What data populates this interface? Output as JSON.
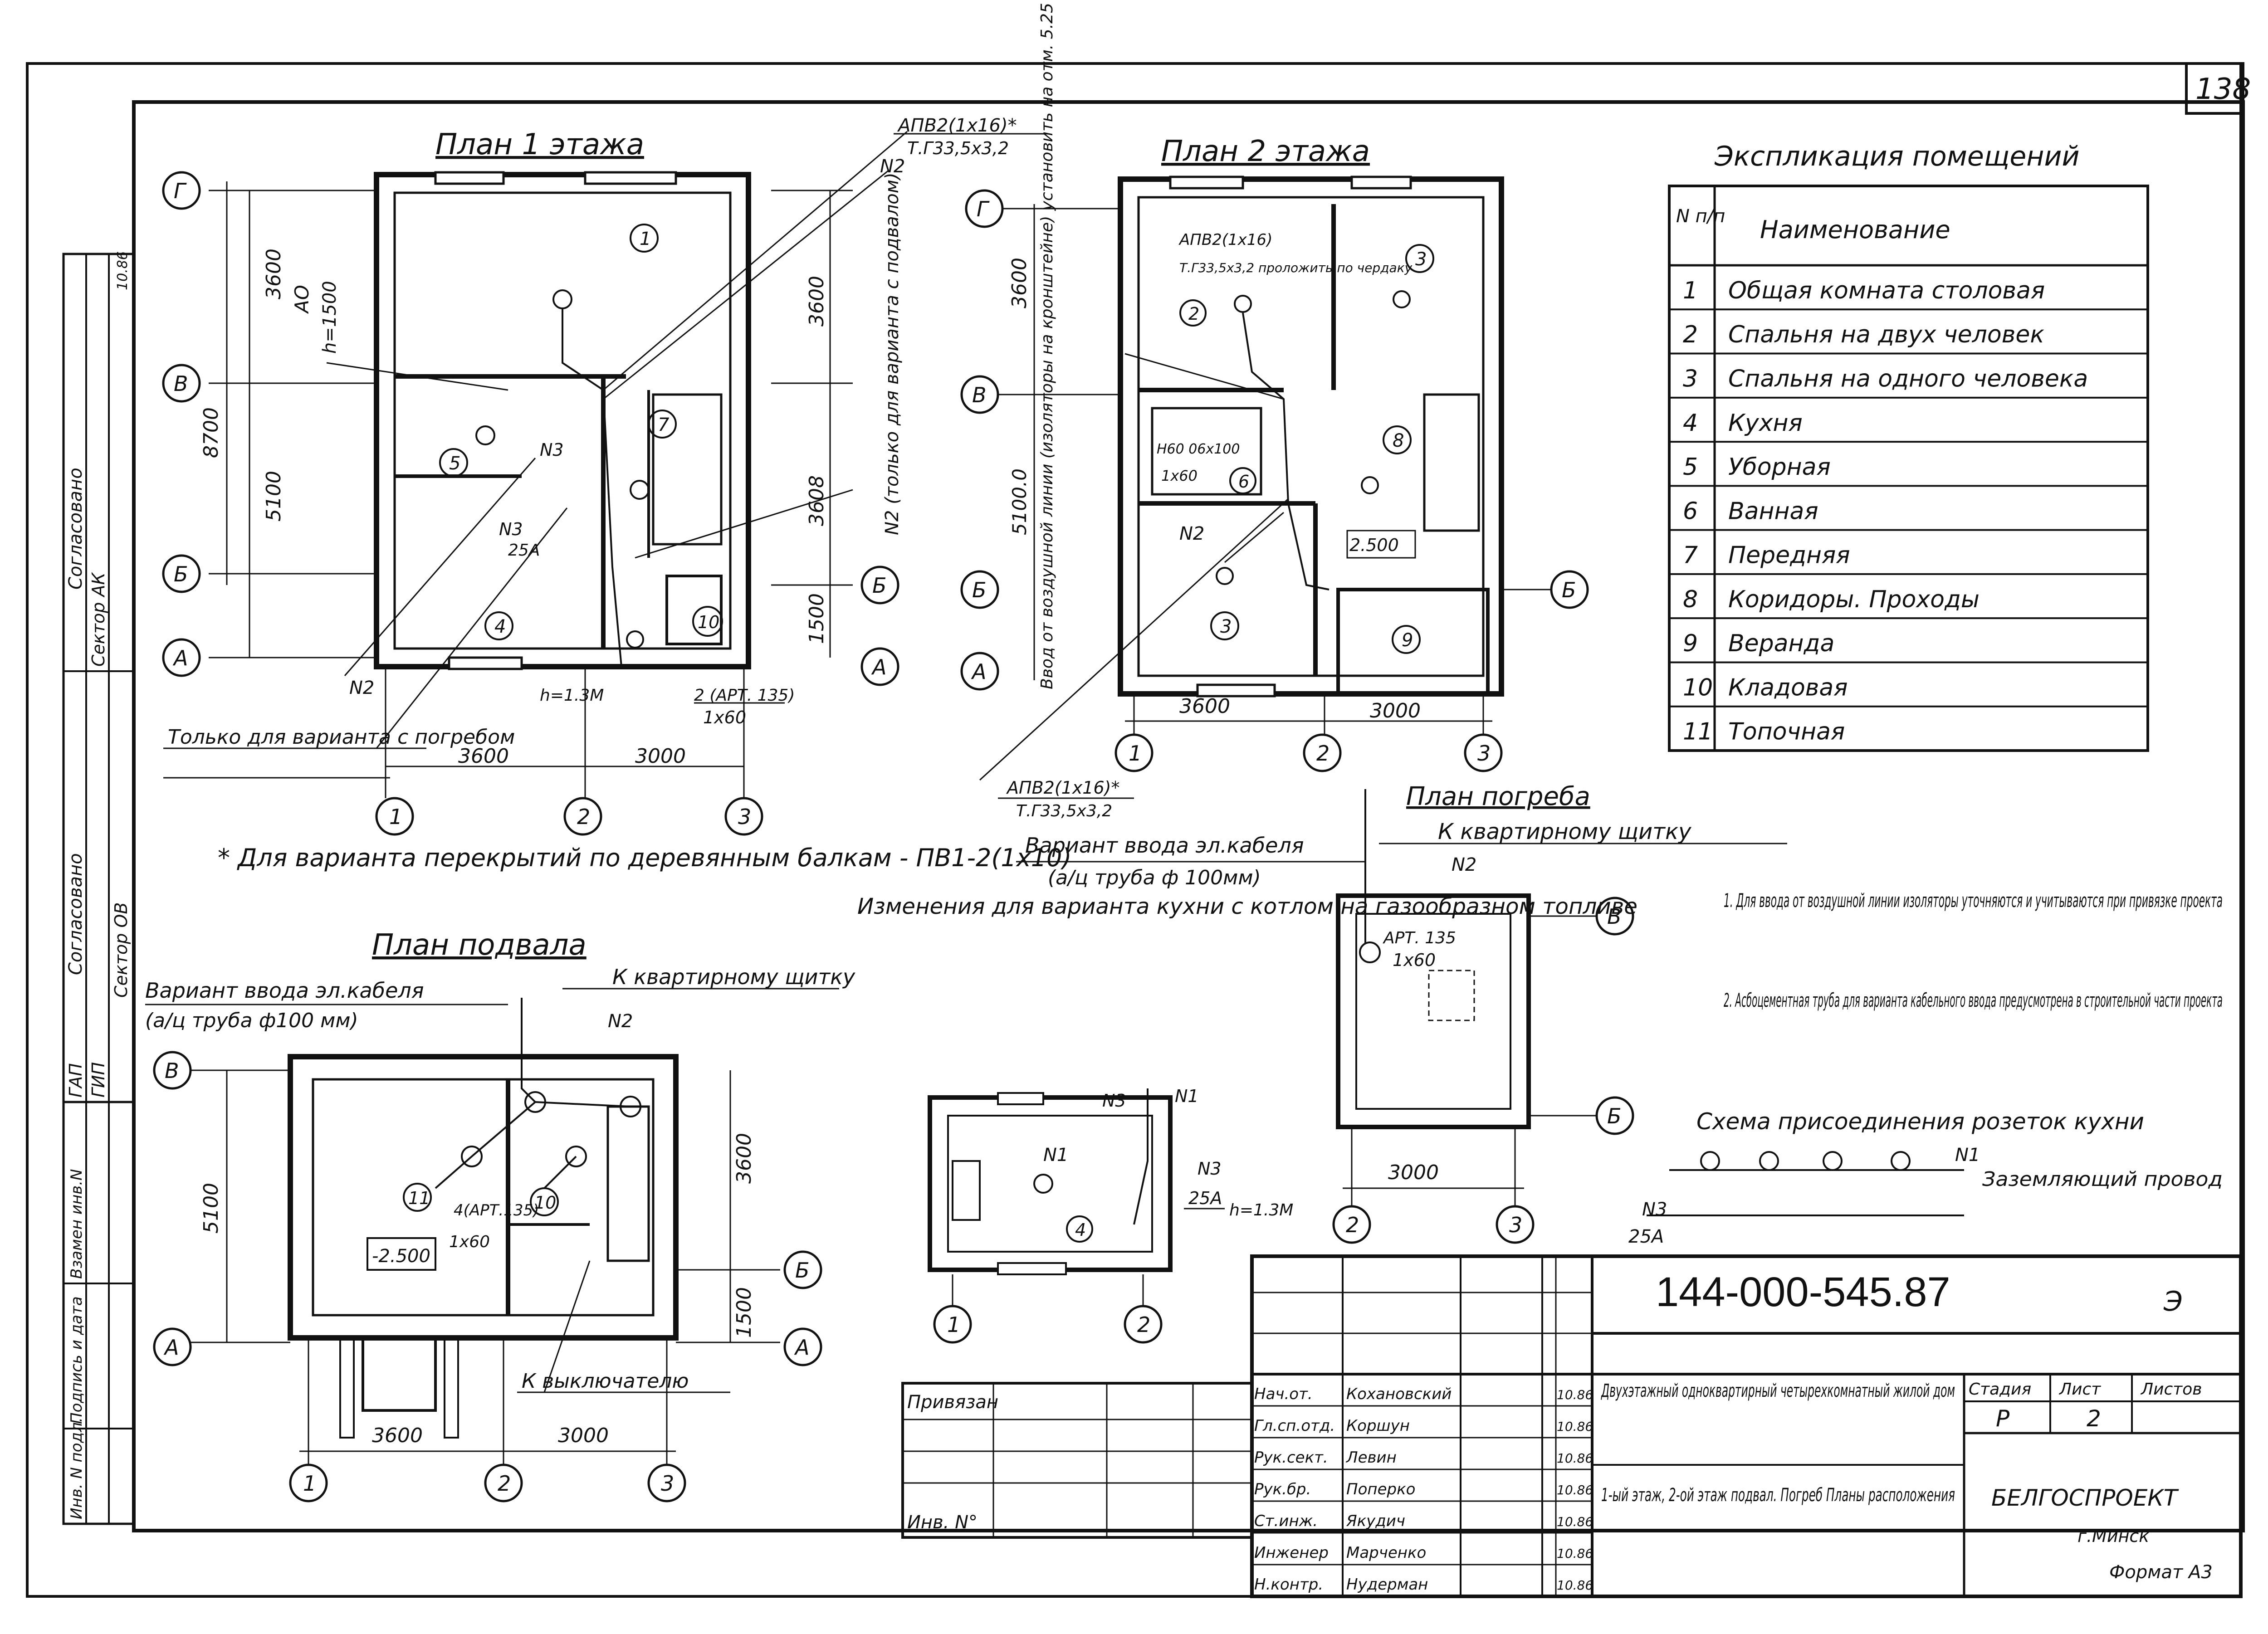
{
  "sheet_number": "138",
  "format_label": "Формат А3",
  "plan1": {
    "title": "План 1 этажа",
    "axes": [
      "Г",
      "В",
      "Б",
      "А",
      "1",
      "2",
      "3"
    ],
    "dim_3600": "3600",
    "dim_5100": "5100",
    "dim_8700": "8700",
    "dim_3000": "3000",
    "dim_1500": "1500",
    "dim_3608": "3608",
    "callout_apv": "АПВ2(1х16)*",
    "callout_tube": "Т.Г33,5х3,2",
    "n2": "N2",
    "n3": "N3",
    "a25": "25А",
    "n2_note": "N2 (только для варианта с подвалом)",
    "ao_label": "АО",
    "h1500": "h=1500",
    "h13m": "h=1.3М",
    "apt_label": "2 (АРТ. 135)",
    "lamp": "1х60",
    "cellar_note": "Только для варианта с погребом",
    "rooms": [
      "1",
      "5",
      "4",
      "7",
      "10"
    ]
  },
  "plan2": {
    "title": "План 2 этажа",
    "axes": [
      "Г",
      "В",
      "Б",
      "А",
      "1",
      "2",
      "3"
    ],
    "dim_3600": "3600",
    "dim_5100": "5100.0",
    "dim_3000": "3000",
    "callout": "АПВ2(1х16)",
    "callout2": "Т.Г33,5х3,2 проложить по чердаку",
    "lamp": "Н60 06х100",
    "lamp2": "1х60",
    "n2": "N2",
    "mark_2500": "2.500",
    "vert_note": "Ввод от воздушной линии (изоляторы на кронштейне) установить на отм. 5.25",
    "bottom_callout": "АПВ2(1х16)*",
    "bottom_tube": "Т.Г33,5х3,2",
    "rooms": [
      "2",
      "3",
      "6",
      "8",
      "3",
      "9"
    ]
  },
  "wood_note": "* Для варианта перекрытий по деревянным балкам - ПВ1-2(1х10)",
  "basement": {
    "title": "План подвала",
    "variant": "Вариант ввода эл.кабеля",
    "variant2": "(а/ц труба ф100 мм)",
    "to_panel": "К квартирному щитку",
    "n2": "N2",
    "dim_5100": "5100",
    "dim_3600": "3600",
    "dim_3000": "3000",
    "dim_1500": "1500",
    "level": "-2.500",
    "apt": "4(АРТ.135)",
    "lamp": "1х60",
    "to_switch": "К выключателю",
    "axes": [
      "В",
      "Б",
      "А",
      "1",
      "2",
      "3"
    ],
    "rooms": [
      "11",
      "10"
    ]
  },
  "kitchen_changes": {
    "title": "Изменения для варианта кухни с котлом на газообразном топливе",
    "n1": "N1",
    "n3": "N3",
    "a25": "25А",
    "h13m": "h=1.3М",
    "room": "4",
    "axes": [
      "1",
      "2"
    ]
  },
  "cellar": {
    "title": "План погреба",
    "to_panel": "К квартирному щитку",
    "variant": "Вариант ввода эл.кабеля",
    "variant2": "(а/ц труба ф 100мм)",
    "n2": "N2",
    "apt": "АРТ. 135",
    "lamp": "1х60",
    "dim_3000": "3000",
    "axes": [
      "В",
      "Б",
      "2",
      "3"
    ]
  },
  "explication": {
    "title": "Экспликация помещений",
    "col_num": "N п/п",
    "col_name": "Наименование",
    "rows": [
      {
        "n": "1",
        "name": "Общая комната столовая"
      },
      {
        "n": "2",
        "name": "Спальня на двух человек"
      },
      {
        "n": "3",
        "name": "Спальня на одного человека"
      },
      {
        "n": "4",
        "name": "Кухня"
      },
      {
        "n": "5",
        "name": "Уборная"
      },
      {
        "n": "6",
        "name": "Ванная"
      },
      {
        "n": "7",
        "name": "Передняя"
      },
      {
        "n": "8",
        "name": "Коридоры. Проходы"
      },
      {
        "n": "9",
        "name": "Веранда"
      },
      {
        "n": "10",
        "name": "Кладовая"
      },
      {
        "n": "11",
        "name": "Топочная"
      }
    ]
  },
  "notes": {
    "n1": "1. Для ввода от воздушной линии изоляторы уточняются и учитываются при привязке проекта",
    "n2": "2. Асбоцементная труба для варианта кабельного ввода предусмотрена в строительной части проекта"
  },
  "socket_scheme": {
    "title": "Схема присоединения розеток кухни",
    "n1": "N1",
    "n3": "N3",
    "a25": "25А",
    "ground": "Заземляющий провод"
  },
  "stamp": {
    "code": "144-000-545.87",
    "mark": "Э",
    "privyazan": "Привязан",
    "inv": "Инв. N°",
    "roles": [
      "Нач.от.",
      "Гл.сп.отд.",
      "Рук.сект.",
      "Рук.бр.",
      "Ст.инж.",
      "Инженер",
      "Н.контр."
    ],
    "names": [
      "Кохановский",
      "Коршун",
      "Левин",
      "Поперко",
      "Якудич",
      "Марченко",
      "Нудерман"
    ],
    "date": "10.86",
    "project_title": "Двухэтажный одноквартирный четырехкомнатный жилой дом",
    "sheet_title": "1-ый этаж, 2-ой этаж подвал. Погреб Планы расположения",
    "stage_label": "Стадия",
    "sheet_label": "Лист",
    "sheets_label": "Листов",
    "stage": "Р",
    "sheet": "2",
    "org": "БЕЛГОСПРОЕКТ",
    "city": "г.Минск"
  },
  "left_strip": {
    "soglasovano": "Согласовано",
    "soglasovano2": "Согласовано",
    "sector_ak": "Сектор АК",
    "sector_ov": "Сектор ОВ",
    "gap": "ГАП",
    "gip": "ГИП",
    "inv_podl": "Инв. N подл.",
    "podpis": "Подпись и дата",
    "vzam": "Взамен инв.N",
    "date": "10.86"
  }
}
